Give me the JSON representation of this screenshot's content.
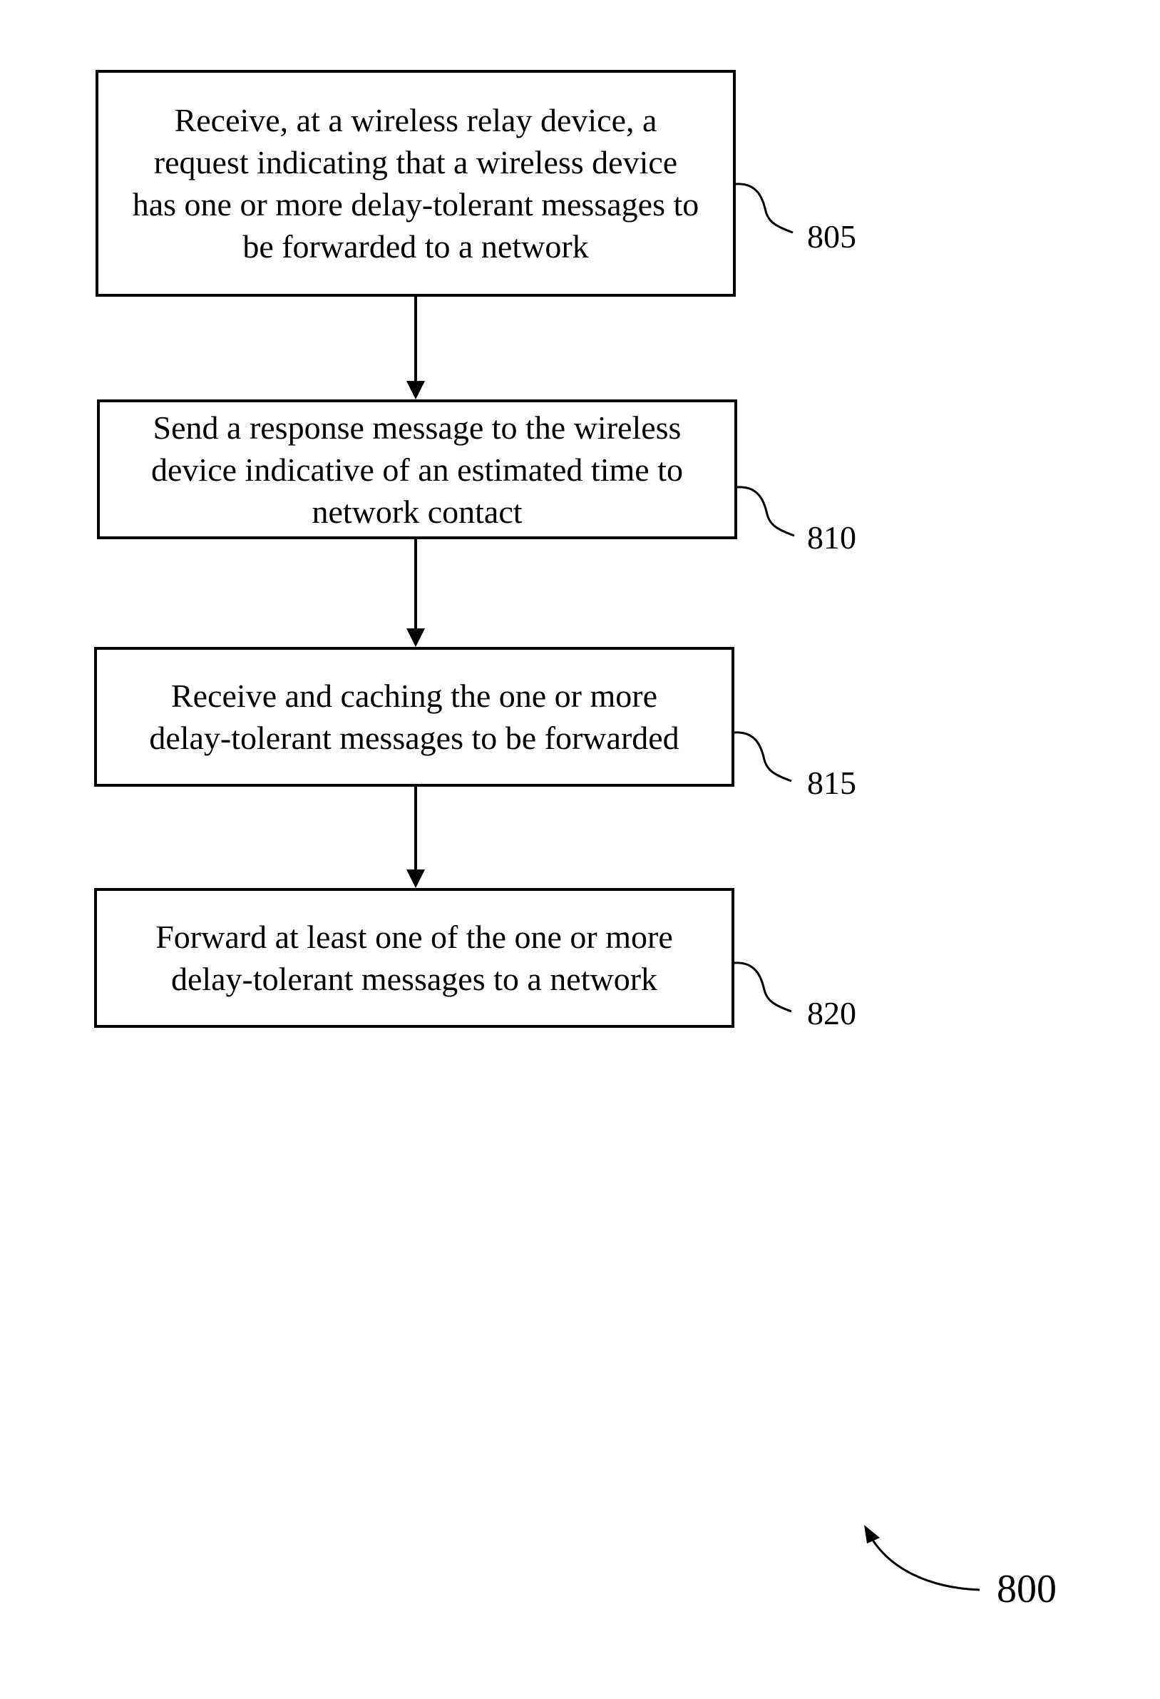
{
  "figure": {
    "figure_number": "800",
    "steps": [
      {
        "ref": "805",
        "lines": [
          "Receive, at a wireless relay device, a",
          "request indicating that a wireless device",
          "has one or more delay-tolerant messages to",
          "be forwarded to a network"
        ]
      },
      {
        "ref": "810",
        "lines": [
          "Send a response message to the wireless",
          "device indicative of an estimated time to",
          "network contact"
        ]
      },
      {
        "ref": "815",
        "lines": [
          "Receive and caching the one or more",
          "delay-tolerant messages to be forwarded"
        ]
      },
      {
        "ref": "820",
        "lines": [
          "Forward at least one of the one or more",
          "delay-tolerant messages to a network"
        ]
      }
    ]
  }
}
